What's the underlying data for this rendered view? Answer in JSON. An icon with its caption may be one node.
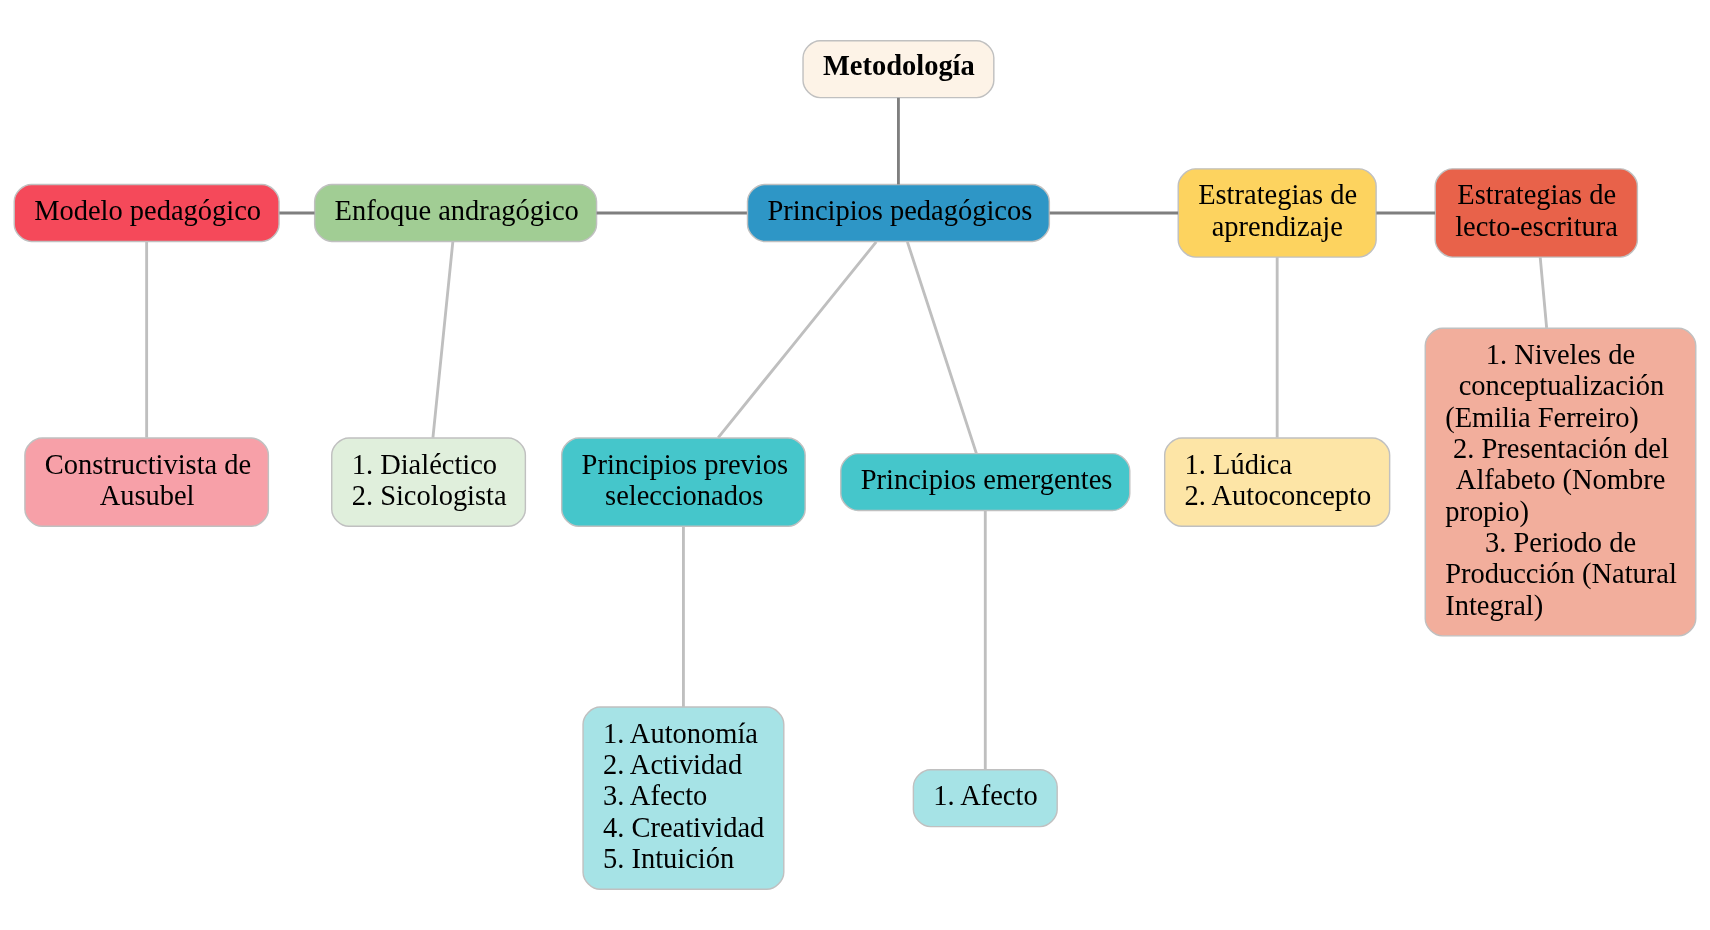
{
  "diagram": {
    "nodes": [
      {
        "text": [
          "Metodología"
        ]
      },
      {
        "text": [
          "Modelo pedagógico"
        ]
      },
      {
        "text": [
          "Enfoque andragógico"
        ]
      },
      {
        "text": [
          "Principios pedagógicos"
        ]
      },
      {
        "text": [
          "Estrategias de aprendizaje"
        ]
      },
      {
        "text": [
          "Estrategias de lecto-escritura"
        ]
      },
      {
        "text": [
          "Constructivista de Ausubel"
        ]
      },
      {
        "text": [
          "1. Dialéctico",
          "2. Sicologista"
        ]
      },
      {
        "text": [
          "Principios previos seleccionados"
        ]
      },
      {
        "text": [
          "Principios emergentes"
        ]
      },
      {
        "text": [
          "1. Lúdica",
          "2. Autoconcepto"
        ]
      },
      {
        "text": [
          "1. Niveles de conceptualización (Emilia Ferreiro)",
          "2. Presentación del Alfabeto (Nombre propio)",
          "3. Periodo de Producción (Natural Integral)"
        ]
      },
      {
        "text": [
          "1. Autonomía",
          "2. Actividad",
          "3. Afecto",
          "4. Creatividad",
          "5. Intuición"
        ]
      },
      {
        "text": [
          "1. Afecto"
        ]
      }
    ],
    "edges": [
      {
        "from": 0,
        "to": 3,
        "arrow": "none",
        "color": "#7f7f7f"
      },
      {
        "from": 1,
        "to": 2,
        "arrow": "none",
        "color": "#7f7f7f"
      },
      {
        "from": 2,
        "to": 3,
        "arrow": "none",
        "color": "#7f7f7f"
      },
      {
        "from": 3,
        "to": 4,
        "arrow": "none",
        "color": "#7f7f7f"
      },
      {
        "from": 4,
        "to": 5,
        "arrow": "none",
        "color": "#7f7f7f"
      },
      {
        "from": 1,
        "to": 6,
        "arrow": "none"
      },
      {
        "from": 2,
        "to": 7,
        "arrow": "none"
      },
      {
        "from": 3,
        "to": 8,
        "arrow": "none"
      },
      {
        "from": 3,
        "to": 9,
        "arrow": "none"
      },
      {
        "from": 4,
        "to": 10,
        "arrow": "none"
      },
      {
        "from": 5,
        "to": 11,
        "arrow": "none"
      },
      {
        "from": 8,
        "to": 12,
        "arrow": "none"
      },
      {
        "from": 9,
        "to": 13,
        "arrow": "none"
      }
    ]
  }
}
